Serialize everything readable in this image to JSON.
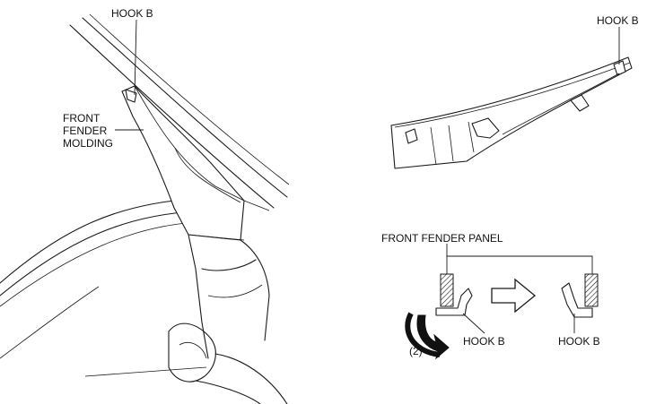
{
  "labels": {
    "hook_b_left": "HOOK B",
    "front_fender_molding_line1": "FRONT",
    "front_fender_molding_line2": "FENDER",
    "front_fender_molding_line3": "MOLDING",
    "hook_b_top_right": "HOOK B",
    "front_fender_panel": "FRONT FENDER PANEL",
    "hook_b_bottom_left": "HOOK B",
    "hook_b_bottom_right": "HOOK B",
    "step_number": "(2)"
  },
  "colors": {
    "line": "#1a1a1a",
    "background": "#ffffff",
    "arrow_fill": "#111111"
  },
  "icons": {
    "direction_arrow": "right-arrow-outline-icon",
    "removal_arrow": "curved-arrow-icon",
    "hatched_panel": "hatched-section-icon"
  }
}
